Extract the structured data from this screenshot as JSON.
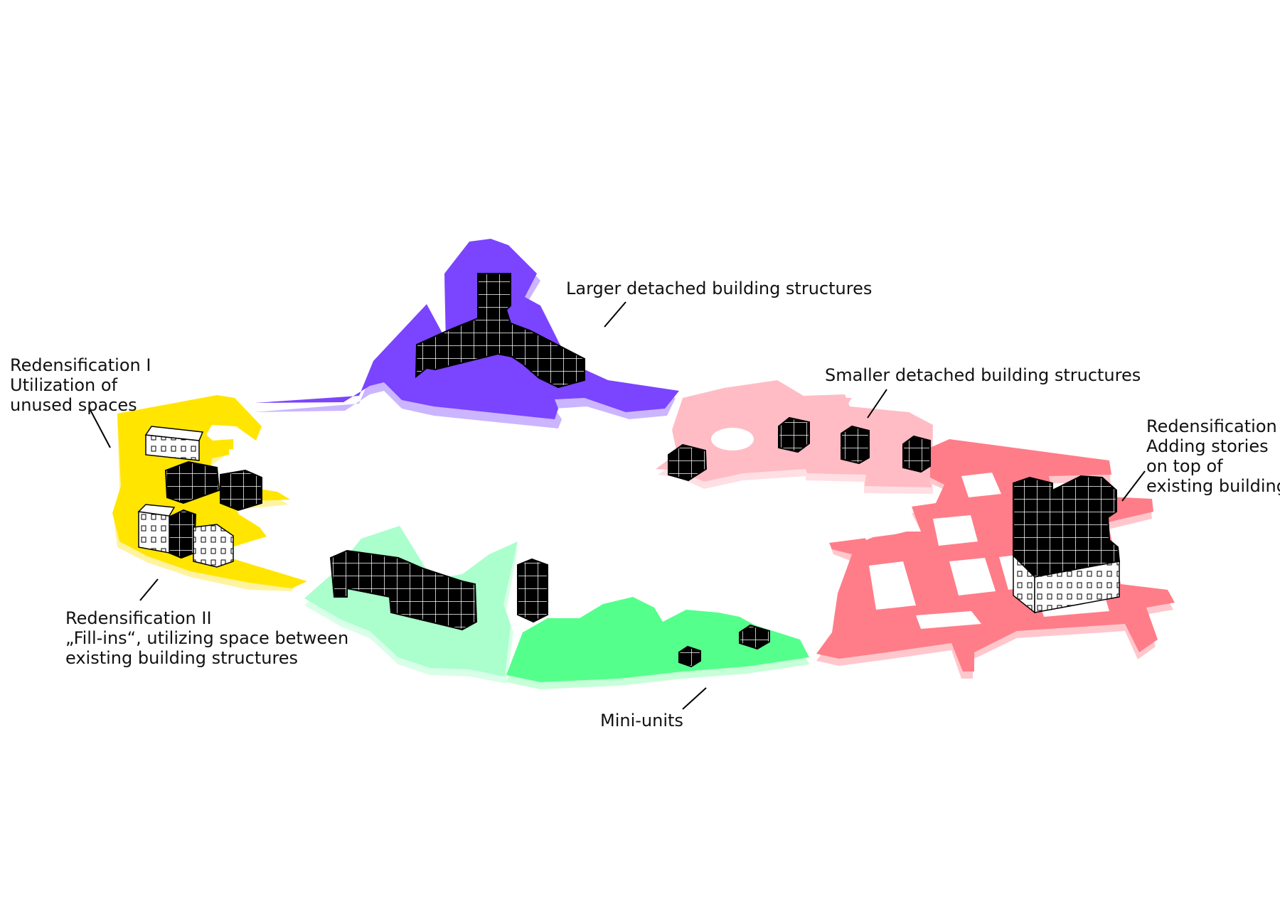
{
  "labels": {
    "redens1": [
      "Redensification I",
      "Utilization of",
      "unused spaces"
    ],
    "redens2": [
      "Redensification II",
      "„Fill-ins“, utilizing space between",
      "existing building structures"
    ],
    "redens3": [
      "Redensification III",
      "Adding stories",
      "on top of",
      "existing buildings"
    ],
    "larger": "Larger detached building structures",
    "smaller": "Smaller detached building structures",
    "mini": "Mini-units"
  },
  "colors": {
    "yellow": "#ffe500",
    "yellow_shadow": "#fff3a0",
    "purple": "#7b44ff",
    "purple_shadow": "#cbb5ff",
    "light_pink": "#ffbcc4",
    "light_pink_shadow": "#ffdfe3",
    "pink": "#ff7d88",
    "pink_shadow": "#ffc7cc",
    "mint": "#aaffcc",
    "mint_shadow": "#d8ffe8",
    "green": "#55ff8c",
    "green_shadow": "#c6ffd8",
    "block": "#000000"
  }
}
